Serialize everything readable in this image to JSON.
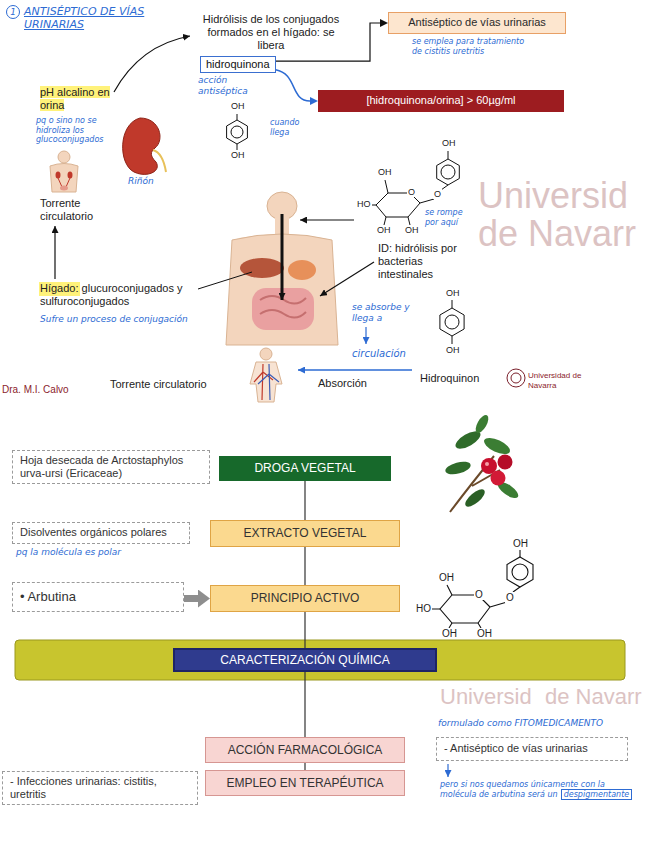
{
  "diagram": {
    "title": "ANTISÉPTICO DE VÍAS URINARIAS",
    "nodes": [
      {
        "text": [
          "Antiséptico de vías urinarias"
        ]
      },
      {
        "text": [
          "hidroquinona"
        ]
      },
      {
        "text": [
          "[hidroquinona/orina] > 60µg/ml"
        ]
      },
      {
        "text": [
          "Hoja desecada de Arctostaphylos urva-ursi (Ericaceae)"
        ]
      },
      {
        "text": [
          "DROGA VEGETAL"
        ]
      },
      {
        "text": [
          "Disolventes orgánicos polares"
        ]
      },
      {
        "text": [
          "EXTRACTO VEGETAL"
        ]
      },
      {
        "text": [
          "• Arbutina"
        ]
      },
      {
        "text": [
          "PRINCIPIO ACTIVO"
        ]
      },
      {
        "text": [
          "CARACTERIZACIÓN QUÍMICA"
        ]
      },
      {
        "text": [
          "ACCIÓN FARMACOLÓGICA"
        ]
      },
      {
        "text": [
          "- Antiséptico de vías urinarias"
        ]
      },
      {
        "text": [
          "EMPLEO EN TERAPÉUTICA"
        ]
      },
      {
        "text": [
          "- Infecciones urinarias: cistitis, uretritis"
        ]
      }
    ],
    "edges": [
      {
        "from": 1,
        "to": 2,
        "arrow": "to",
        "label": "cuando llega"
      },
      {
        "from": 1,
        "to": 0,
        "arrow": "to"
      },
      {
        "from": 4,
        "to": 6,
        "arrow": "none"
      },
      {
        "from": 6,
        "to": 8,
        "arrow": "none"
      },
      {
        "from": 7,
        "to": 8,
        "arrow": "to"
      },
      {
        "from": 8,
        "to": 9,
        "arrow": "none"
      },
      {
        "from": 9,
        "to": 10,
        "arrow": "none"
      },
      {
        "from": 10,
        "to": 12,
        "arrow": "none"
      }
    ],
    "labels": [
      "1",
      "pH alcalino en orina",
      "pq o sino no se hidroliza los glucoconjugados",
      "Hidrólisis de los conjugados formados en el hígado: se libera",
      "acción antiséptica",
      "se emplea para tratamiento de cistitis uretritis",
      "OH",
      "OH",
      "Riñón",
      "Torrente circulatorio",
      "Hígado: glucuroconjugados y sulfuroconjugados",
      "Sufre un proceso de conjugación",
      "OH",
      "O",
      "O",
      "OH",
      "HO",
      "OH",
      "OH",
      "se rompe por aquí",
      "ID: hidrólisis por bacterias intestinales",
      "OH",
      "OH",
      "Hidroquinon",
      "se absorbe y llega a",
      "circulación",
      "Torrente circulatorio",
      "Absorción",
      "Dra. M.I. Calvo",
      "Universidad de Navarra",
      "Universid",
      "de Navarr",
      "pq la molécula es polar",
      "OH",
      "O",
      "O",
      "OH",
      "HO",
      "OH",
      "OH",
      "formulado como FITOMEDICAMENTO",
      "pero si nos quedamos únicamente con la molécula de arbutina será un",
      "despigmentante",
      "Universid",
      "de Navarr"
    ]
  }
}
